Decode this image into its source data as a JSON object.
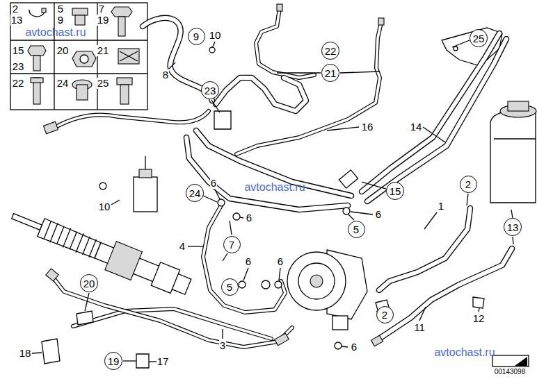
{
  "diagram": {
    "nodes": [
      {
        "text": [
          "9"
        ]
      },
      {
        "text": [
          "25"
        ]
      },
      {
        "text": [
          "22"
        ]
      },
      {
        "text": [
          "21"
        ]
      },
      {
        "text": [
          "23"
        ]
      },
      {
        "text": [
          "2"
        ]
      },
      {
        "text": [
          "15"
        ]
      },
      {
        "text": [
          "24"
        ]
      },
      {
        "text": [
          "13"
        ]
      },
      {
        "text": [
          "5"
        ]
      },
      {
        "text": [
          "7"
        ]
      },
      {
        "text": [
          "20"
        ]
      },
      {
        "text": [
          "5"
        ]
      },
      {
        "text": [
          "2"
        ]
      },
      {
        "text": [
          "19"
        ]
      }
    ],
    "labels": [
      "2",
      "5",
      "7",
      "13",
      "9",
      "19",
      "15",
      "20",
      "21",
      "23",
      "22",
      "24",
      "25",
      "avtochast.ru",
      "10",
      "8",
      "16",
      "14",
      "6",
      "avtochast.ru",
      "10",
      "1",
      "6",
      "6",
      "4",
      "6",
      "6",
      "12",
      "11",
      "3",
      "6",
      "18",
      "avtochast.ru",
      "17",
      "00143098"
    ]
  }
}
